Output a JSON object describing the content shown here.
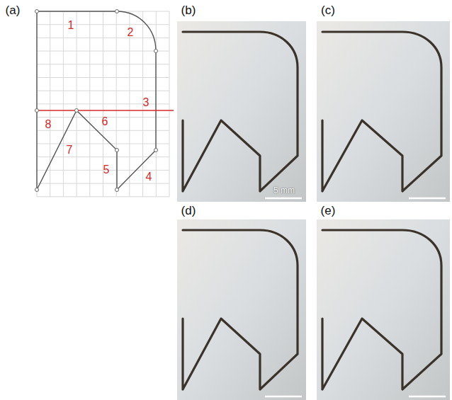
{
  "diagram": {
    "labels": [
      "(a)",
      "1",
      "2",
      "3",
      "4",
      "5",
      "6",
      "7",
      "8",
      "(b)",
      "5 mm",
      "(c)",
      "(d)",
      "(e)"
    ]
  }
}
